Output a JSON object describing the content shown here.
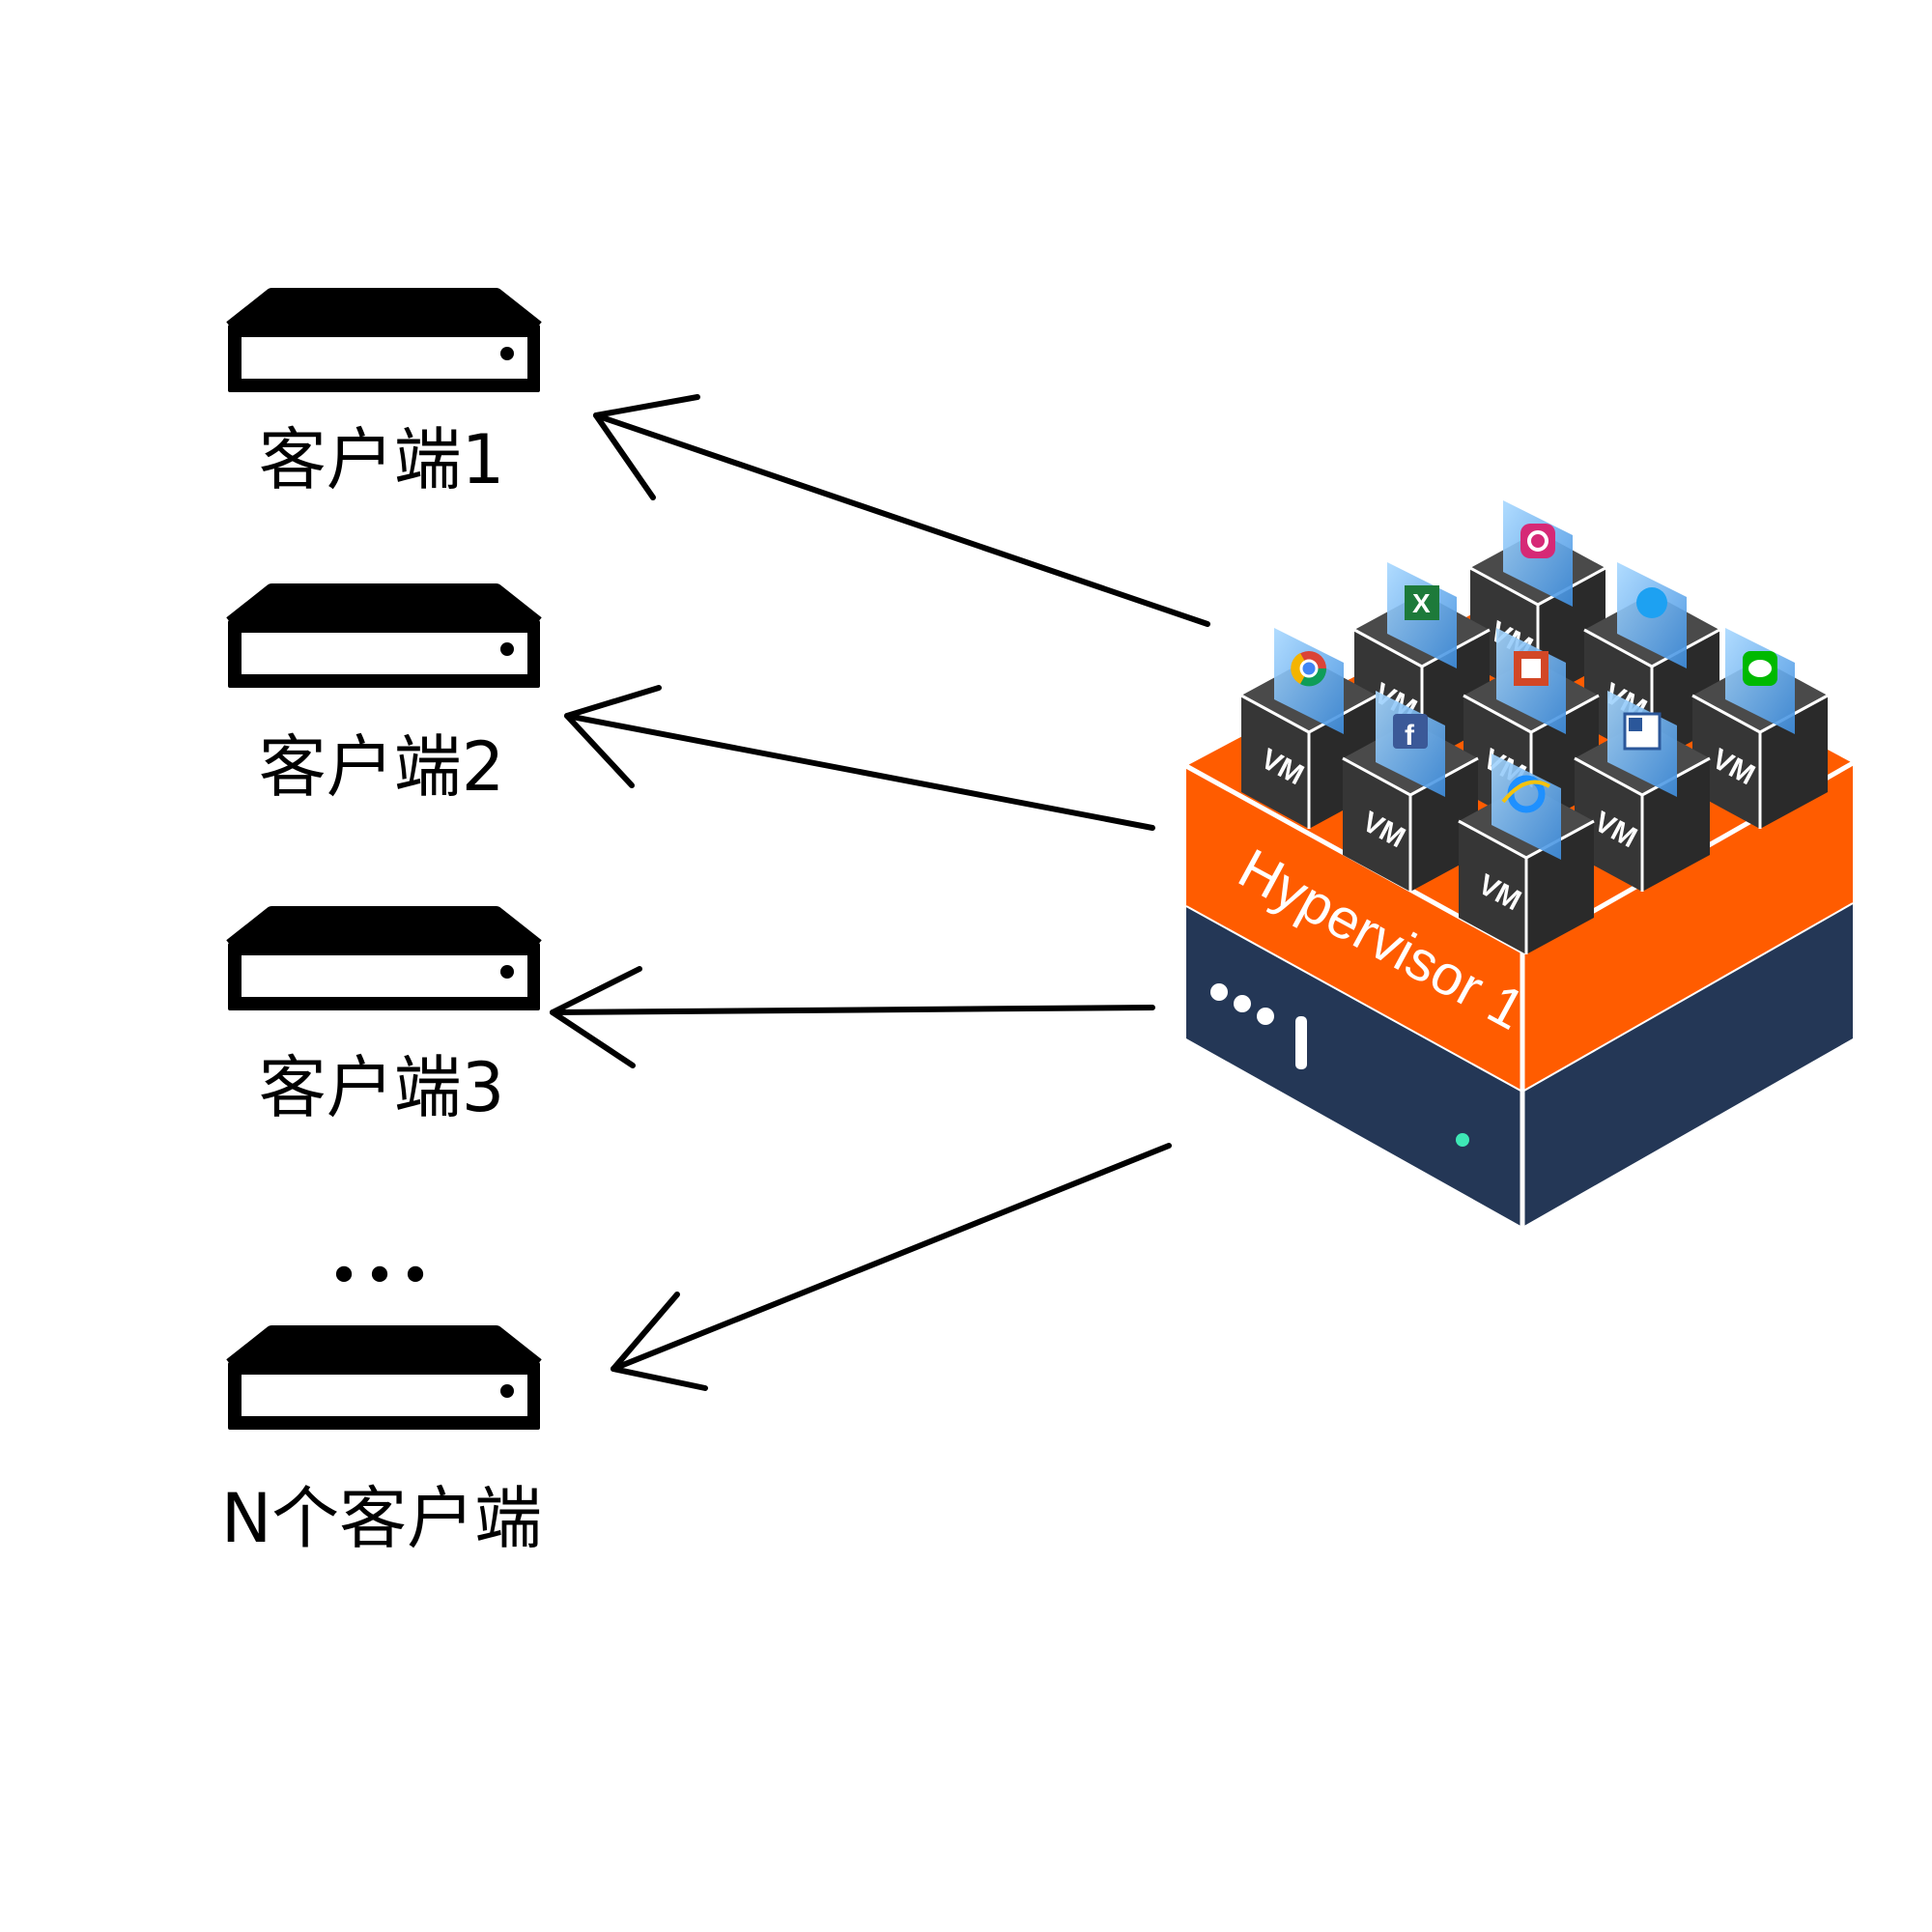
{
  "clients": [
    {
      "label": "客户端1"
    },
    {
      "label": "客户端2"
    },
    {
      "label": "客户端3"
    },
    {
      "label": "N个客户端"
    }
  ],
  "ellipsis": "•••",
  "hypervisor": {
    "label": "Hypervisor 1"
  },
  "vm_label": "VM",
  "vm_icons": [
    "instagram-icon",
    "excel-icon",
    "twitter-icon",
    "chrome-icon",
    "powerpoint-icon",
    "line-icon",
    "facebook-icon",
    "word-icon",
    "ie-icon"
  ],
  "colors": {
    "server_orange": "#ff5c00",
    "server_navy": "#243756",
    "vm_dark": "#2e2e2e",
    "arrow": "#000000"
  }
}
